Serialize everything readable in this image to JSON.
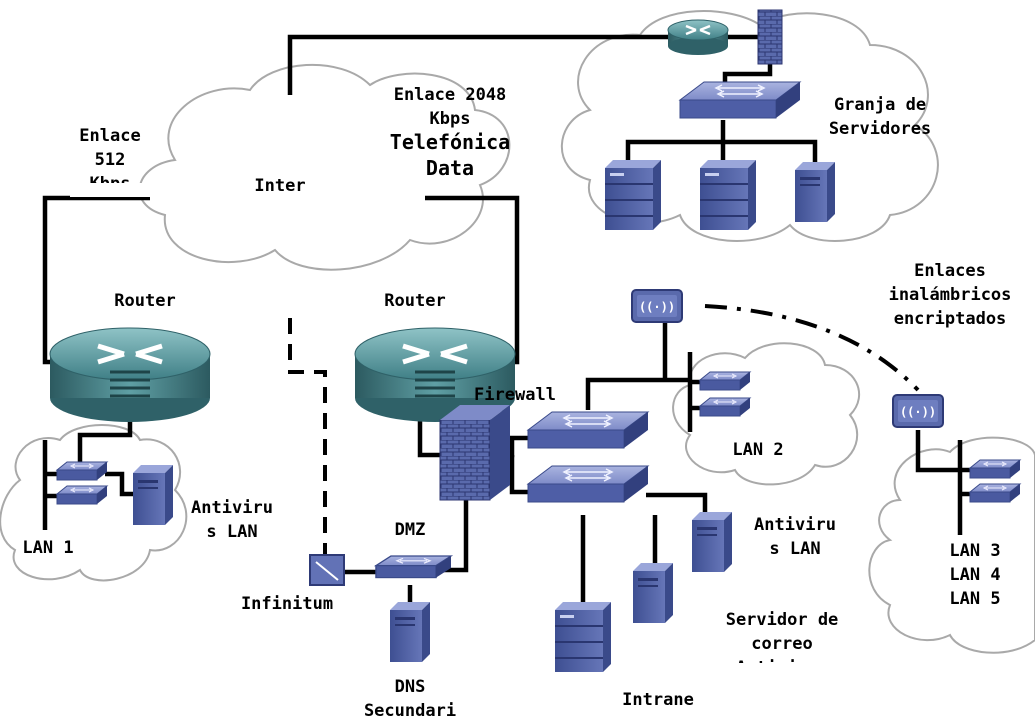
{
  "labels": {
    "enlace_512": [
      "Enlace",
      "512",
      "Kbps"
    ],
    "enlace_2048": [
      "Enlace 2048",
      "Kbps"
    ],
    "telefonica": [
      "Telefónica",
      "Data"
    ],
    "internet": "Inter",
    "granja": [
      "Granja de",
      "Servidores"
    ],
    "router_left": "Router",
    "router_center": "Router",
    "firewall": "Firewall",
    "enlaces_inalambricos": [
      "Enlaces",
      "inalámbricos",
      "encriptados"
    ],
    "lan1": "LAN 1",
    "lan2": "LAN 2",
    "lan3": "LAN 3",
    "lan4": "LAN 4",
    "lan5": "LAN 5",
    "antivirus_left": [
      "Antiviru",
      "s LAN"
    ],
    "antivirus_right": [
      "Antiviru",
      "s LAN"
    ],
    "dmz": "DMZ",
    "infinitum": "Infinitum",
    "dns": [
      "DNS",
      "Secundari"
    ],
    "intranet": "Intrane",
    "servidor_correo": [
      "Servidor de",
      "correo",
      "Antivirus"
    ]
  },
  "colors": {
    "link": "#000000",
    "device": "#5566a8",
    "router": "#3f7f86",
    "cloud_border": "#a9a9a9"
  }
}
